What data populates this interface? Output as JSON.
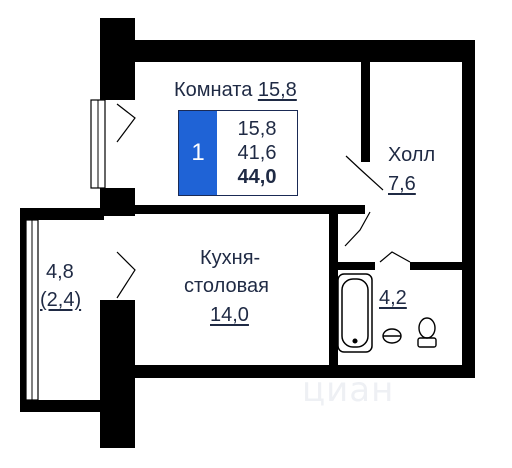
{
  "rooms": {
    "room": {
      "name": "Комната",
      "area": "15,8"
    },
    "hall": {
      "name": "Холл",
      "area": "7,6"
    },
    "kitchen": {
      "name_line1": "Кухня-",
      "name_line2": "столовая",
      "area": "14,0"
    },
    "bathroom": {
      "area": "4,2"
    },
    "balcony": {
      "area": "4,8",
      "area_reduced": "(2,4)"
    }
  },
  "summary": {
    "rooms_count": "1",
    "living_area": "15,8",
    "living_total": "41,6",
    "total_area": "44,0",
    "accent_color": "#1f63d6"
  },
  "watermark": "циан"
}
